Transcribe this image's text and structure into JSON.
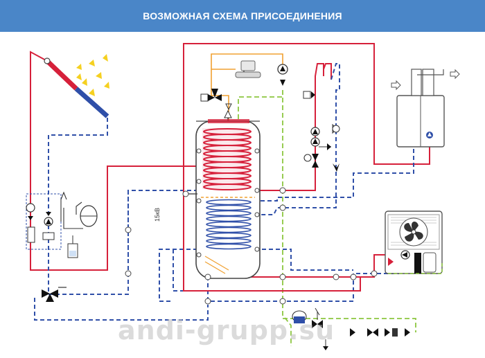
{
  "header": {
    "title": "ВОЗМОЖНАЯ СХЕМА ПРИСОЕДИНЕНИЯ"
  },
  "diagram": {
    "tank_label": "15кВ",
    "watermark": "andi-grupp.su"
  },
  "colors": {
    "banner": "#4a86c8",
    "hot": "#d6203a",
    "cold": "#2f4fa8",
    "green": "#8cc63f",
    "orange": "#f0a030",
    "sun": "#f5d020"
  },
  "icons": [
    "sun-icon",
    "solar-collector-icon",
    "faucet-icon",
    "pump-icon",
    "valve-icon",
    "heat-pump-fan-icon",
    "boiler-icon",
    "expansion-tank-icon",
    "safety-valve-icon",
    "filter-icon"
  ]
}
